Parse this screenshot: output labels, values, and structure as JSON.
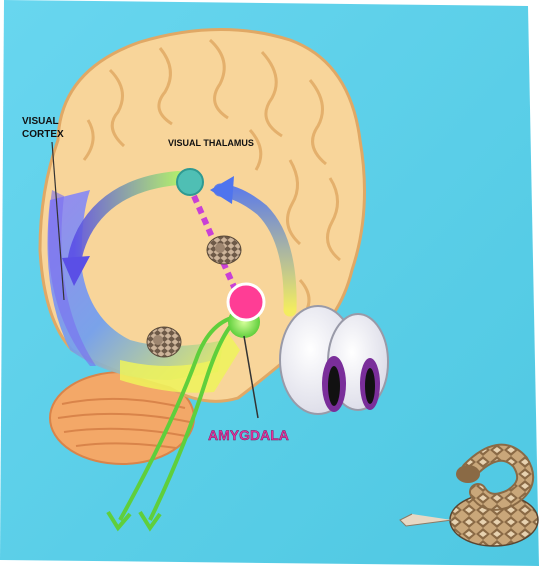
{
  "labels": {
    "visual_cortex_line1": "VISUAL",
    "visual_cortex_line2": "CORTEX",
    "visual_thalamus": "VISUAL THALAMUS",
    "amygdala": "AMYGDALA"
  },
  "colors": {
    "background": "#5ccfe8",
    "brain": "#f8d59a",
    "brain_outline": "#e0a865",
    "cerebellum": "#f3a868",
    "amygdala_dot": "#ff3d95",
    "amygdala_glow": "#7be35a",
    "thalamus": "#4fbfb4",
    "pathway_dashed": "#c940d6",
    "pathway_green": "#5fcf3c",
    "cortex_band": "#8a7ef0",
    "amygdala_label": "#e0359f"
  },
  "icons": {
    "eyes": "cartoon-eyes-icon",
    "snake": "rattlesnake-icon"
  }
}
